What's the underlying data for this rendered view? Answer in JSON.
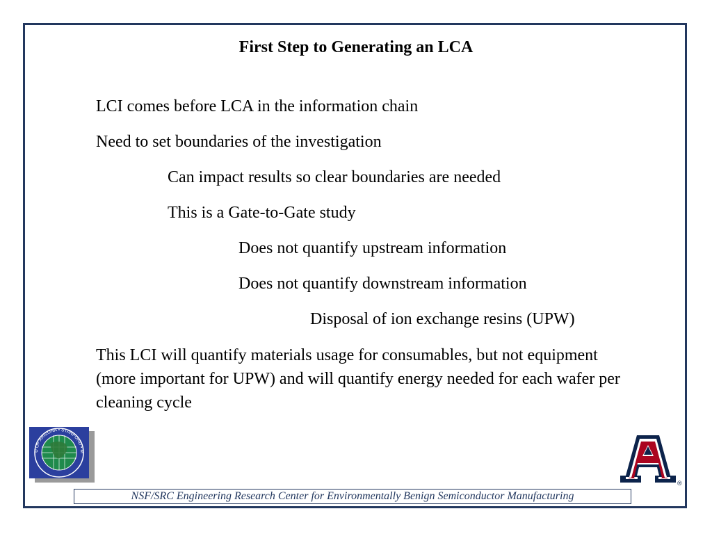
{
  "slide": {
    "title": "First Step to Generating an LCA",
    "bullets": [
      "LCI comes before LCA in the information chain",
      "Need to set boundaries of the investigation",
      "Can impact results so clear boundaries are needed",
      "This is a Gate-to-Gate study",
      "Does not quantify upstream information",
      "Does not quantify downstream information",
      "Disposal of ion exchange resins (UPW)"
    ],
    "paragraph": "This LCI will quantify materials usage for consumables, but not equipment (more important for UPW) and will quantify energy needed for each wafer per cleaning cycle"
  },
  "logos": {
    "left_seal_text": "U OF ARIZONA • STANFORD • MIT • UC BERKELEY",
    "right_logo_letter": "A",
    "registered_mark": "®"
  },
  "footer": {
    "text": "NSF/SRC Engineering Research Center for Environmentally Benign Semiconductor Manufacturing"
  },
  "colors": {
    "frame": "#22375e",
    "seal_blue": "#2b3f9e",
    "globe_green": "#1f8a4c",
    "ua_navy": "#0c234b",
    "ua_red": "#ab0520"
  }
}
